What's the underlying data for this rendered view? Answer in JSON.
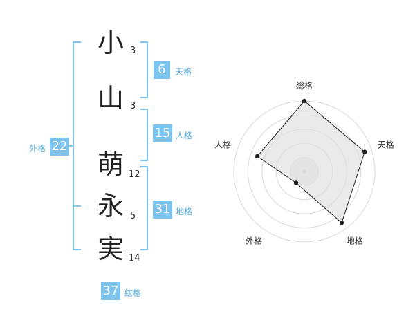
{
  "name": {
    "chars": [
      {
        "char": "小",
        "strokes": "3"
      },
      {
        "char": "山",
        "strokes": "3"
      },
      {
        "char": "萌",
        "strokes": "12"
      },
      {
        "char": "永",
        "strokes": "5"
      },
      {
        "char": "実",
        "strokes": "14"
      }
    ]
  },
  "fortunes": {
    "tenkaku": {
      "value": "6",
      "label": "天格"
    },
    "jinkaku": {
      "value": "15",
      "label": "人格"
    },
    "chikaku": {
      "value": "31",
      "label": "地格"
    },
    "gaikaku": {
      "value": "22",
      "label": "外格"
    },
    "soukaku": {
      "value": "37",
      "label": "総格"
    }
  },
  "colors": {
    "accent": "#7cc3ee",
    "label": "#55aadd"
  },
  "chart_data": {
    "type": "radar",
    "axes": [
      "総格",
      "天格",
      "地格",
      "外格",
      "人格"
    ],
    "values": [
      5,
      4.5,
      4.5,
      1,
      3.5
    ],
    "rmax": 5,
    "rings": 5
  }
}
